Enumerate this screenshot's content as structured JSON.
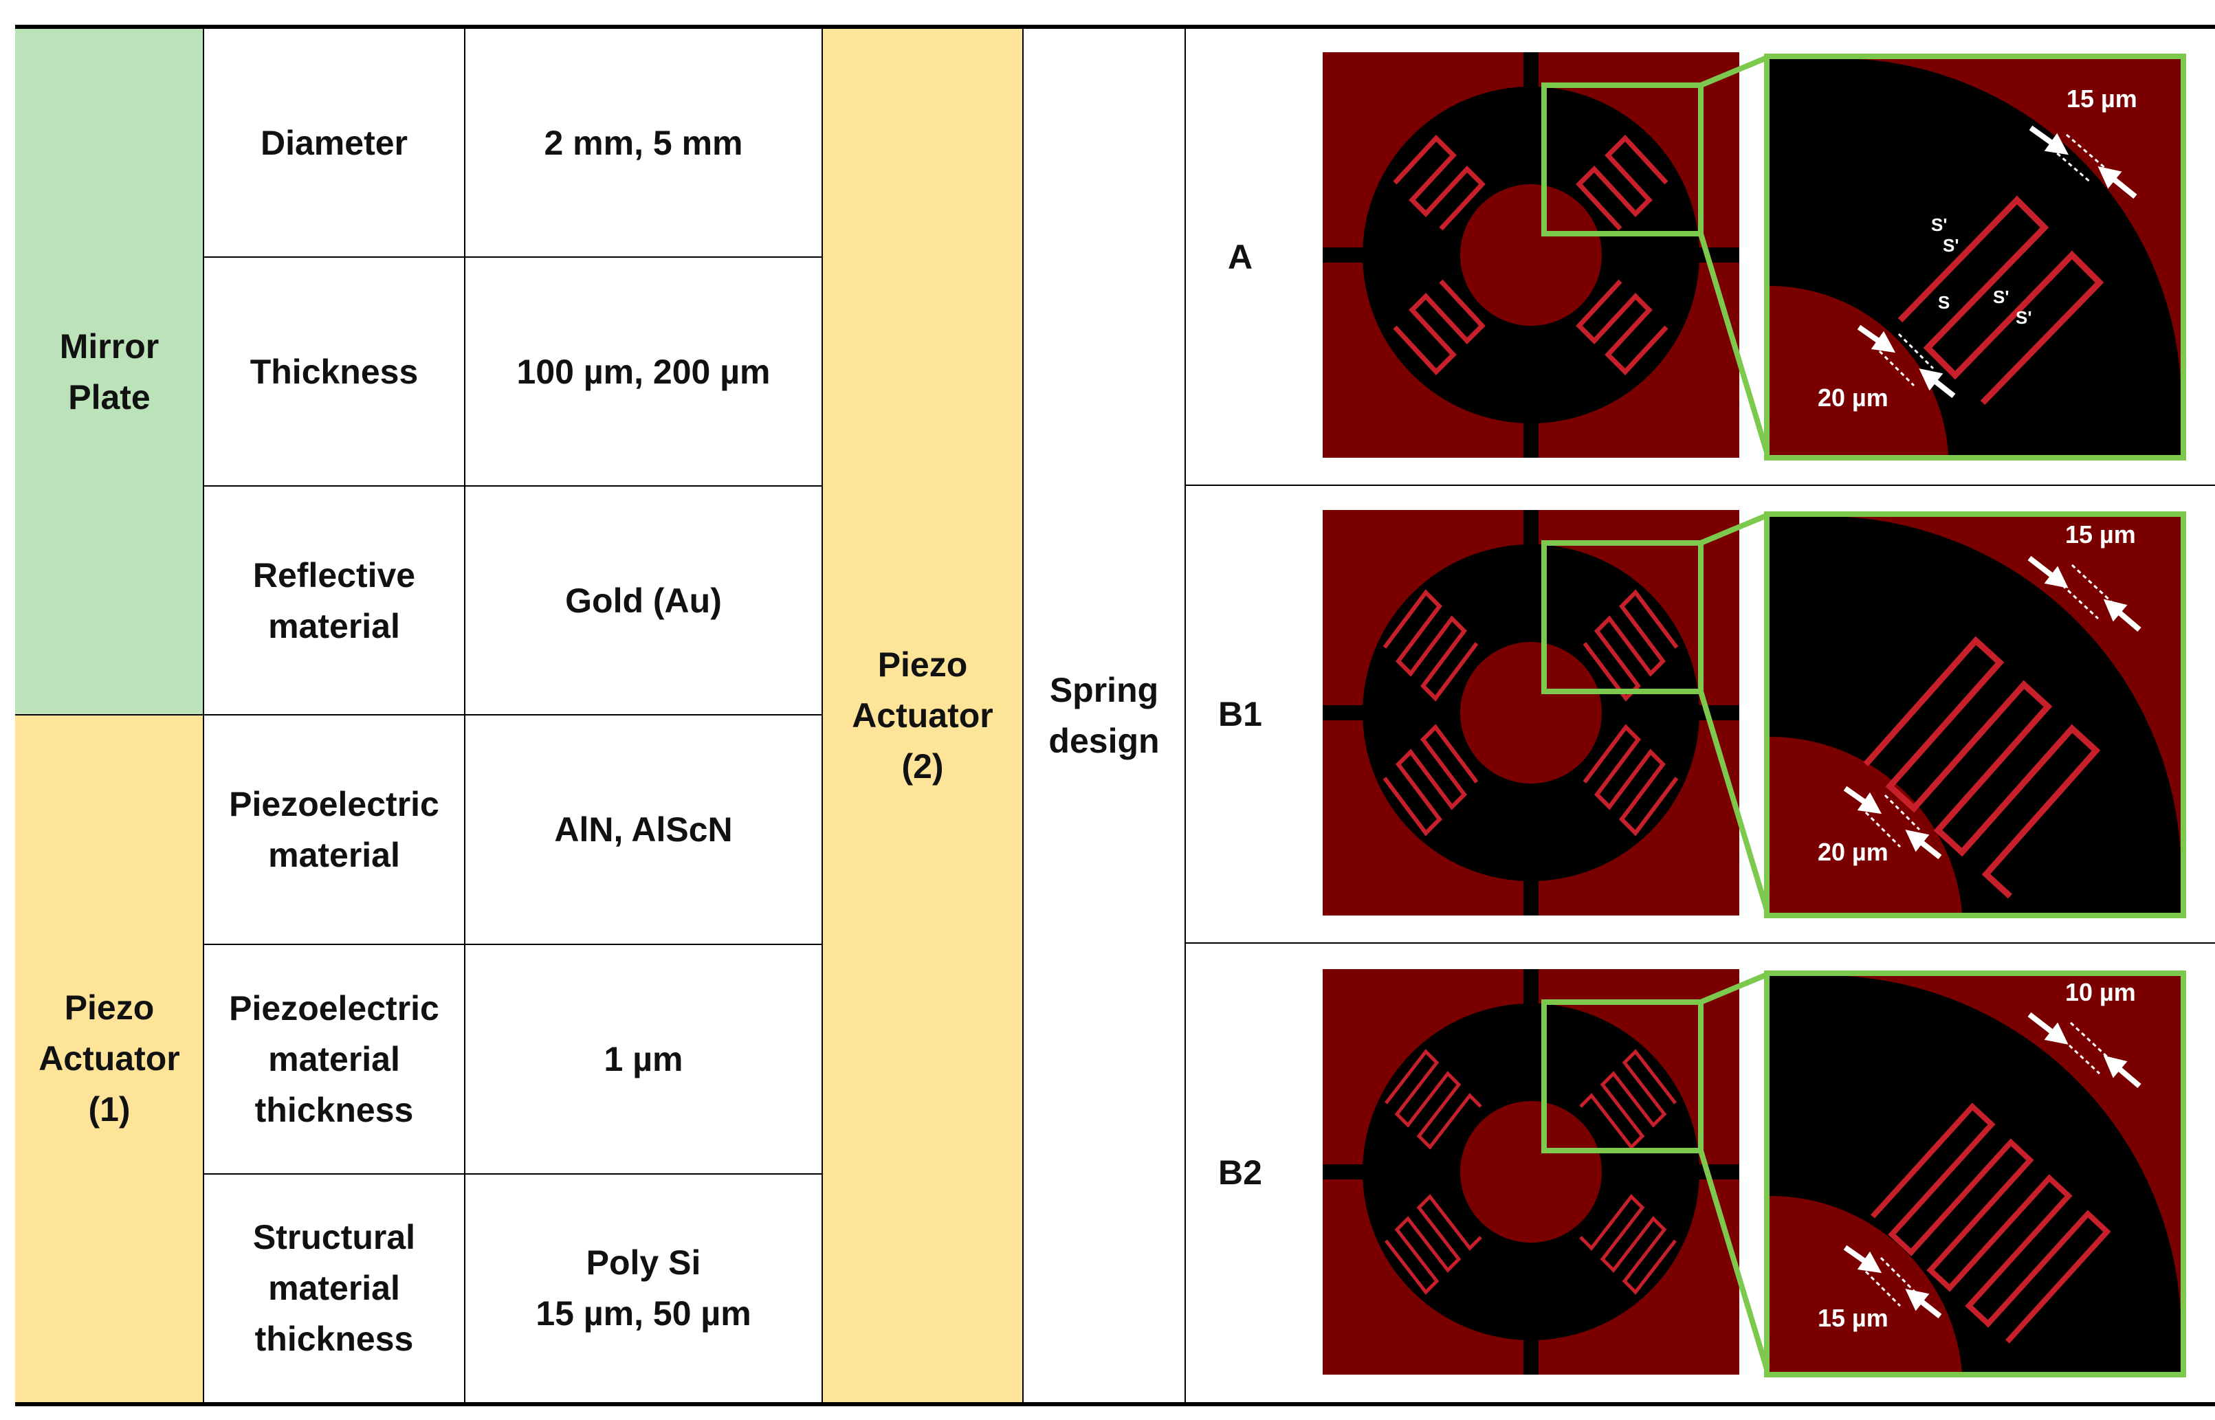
{
  "table": {
    "groups": {
      "mirror_plate": "Mirror Plate",
      "piezo_actuator_1": [
        "Piezo",
        "Actuator",
        "(1)"
      ],
      "piezo_actuator_2": [
        "Piezo",
        "Actuator",
        "(2)"
      ],
      "spring_design": [
        "Spring",
        "design"
      ]
    },
    "rows": [
      {
        "param": [
          "Diameter"
        ],
        "value": [
          "2 mm, 5 mm"
        ]
      },
      {
        "param": [
          "Thickness"
        ],
        "value": [
          "100 µm, 200 µm"
        ]
      },
      {
        "param": [
          "Reflective",
          "material"
        ],
        "value": [
          "Gold (Au)"
        ]
      },
      {
        "param": [
          "Piezoelectric",
          "material"
        ],
        "value": [
          "AlN, AlScN"
        ]
      },
      {
        "param": [
          "Piezoelectric",
          "material",
          "thickness"
        ],
        "value": [
          "1 µm"
        ]
      },
      {
        "param": [
          "Structural",
          "material",
          "thickness"
        ],
        "value": [
          "Poly Si",
          "15 µm, 50 µm"
        ]
      }
    ],
    "designs": [
      {
        "label": "A",
        "outer_width": "15 µm",
        "inner_width": "20 µm",
        "gap_labels": [
          "S'",
          "S'",
          "S",
          "S'",
          "S'"
        ]
      },
      {
        "label": "B1",
        "outer_width": "15 µm",
        "inner_width": "20 µm"
      },
      {
        "label": "B2",
        "outer_width": "10 µm",
        "inner_width": "15 µm"
      }
    ]
  },
  "colors": {
    "mirror_plate_bg": "#bbe2b8",
    "piezo_bg": "#fde499",
    "image_red": "#7a0000",
    "highlight_green": "#7cc94e"
  }
}
